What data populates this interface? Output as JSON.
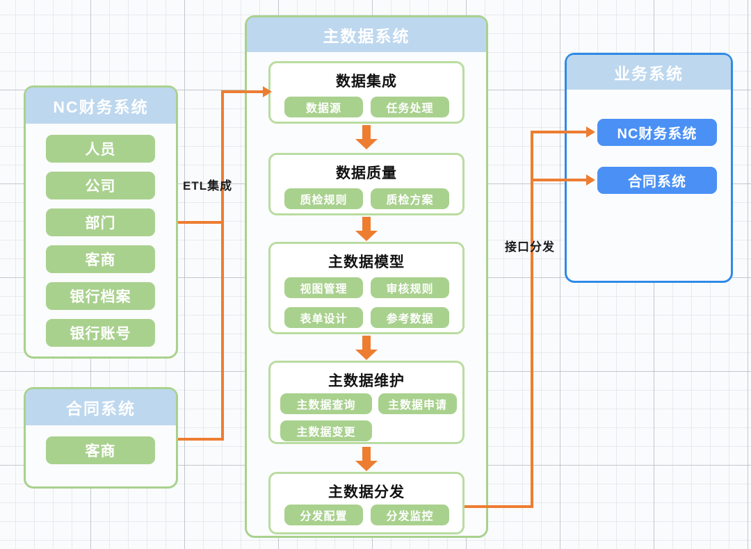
{
  "diagram": {
    "title_hidden": "",
    "colors": {
      "green_pill": "#a9d18e",
      "header_blue": "#bdd7ee",
      "blue_box": "#4a90f5",
      "blue_border": "#2e8ae6",
      "connector_orange": "#ed7d31",
      "stage_border": "#b9dca0"
    }
  },
  "left": {
    "nc_panel": {
      "header": "NC财务系统",
      "items": [
        "人员",
        "公司",
        "部门",
        "客商",
        "银行档案",
        "银行账号"
      ]
    },
    "contract_panel": {
      "header": "合同系统",
      "items": [
        "客商"
      ]
    }
  },
  "center": {
    "header": "主数据系统",
    "stages": [
      {
        "title": "数据集成",
        "items": [
          "数据源",
          "任务处理"
        ]
      },
      {
        "title": "数据质量",
        "items": [
          "质检规则",
          "质检方案"
        ]
      },
      {
        "title": "主数据模型",
        "items": [
          "视图管理",
          "审核规则",
          "表单设计",
          "参考数据"
        ]
      },
      {
        "title": "主数据维护",
        "items": [
          "主数据查询",
          "主数据申请",
          "主数据变更"
        ]
      },
      {
        "title": "主数据分发",
        "items": [
          "分发配置",
          "分发监控"
        ]
      }
    ]
  },
  "right": {
    "header": "业务系统",
    "items": [
      "NC财务系统",
      "合同系统"
    ]
  },
  "edges": {
    "etl_label": "ETL集成",
    "interface_label": "接口分发"
  }
}
